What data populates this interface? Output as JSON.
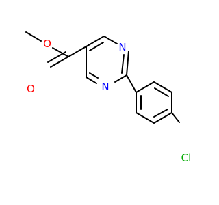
{
  "molecule": {
    "atoms": [
      {
        "id": "o-ether",
        "label": "O",
        "color": "#ff0000"
      },
      {
        "id": "o-carbonyl",
        "label": "O",
        "color": "#ff0000"
      },
      {
        "id": "n-top",
        "label": "N",
        "color": "#0000ff"
      },
      {
        "id": "n-bottom",
        "label": "N",
        "color": "#0000ff"
      },
      {
        "id": "cl",
        "label": "Cl",
        "color": "#00aa00"
      }
    ]
  }
}
